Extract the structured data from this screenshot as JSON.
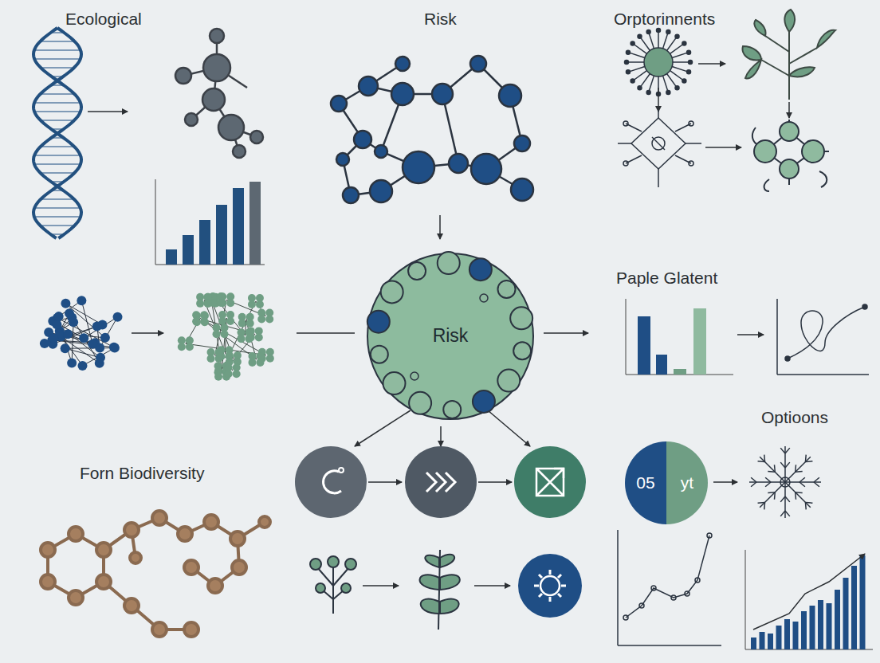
{
  "diagram": {
    "nodes": [
      {
        "text": [
          "Risk"
        ]
      },
      {
        "text": [
          "05",
          "yt"
        ]
      }
    ],
    "labels": [
      "Ecological",
      "Risk",
      "Orptorinnents",
      "Paple Glatent",
      "Optioons",
      "Forn Biodiversity"
    ]
  }
}
